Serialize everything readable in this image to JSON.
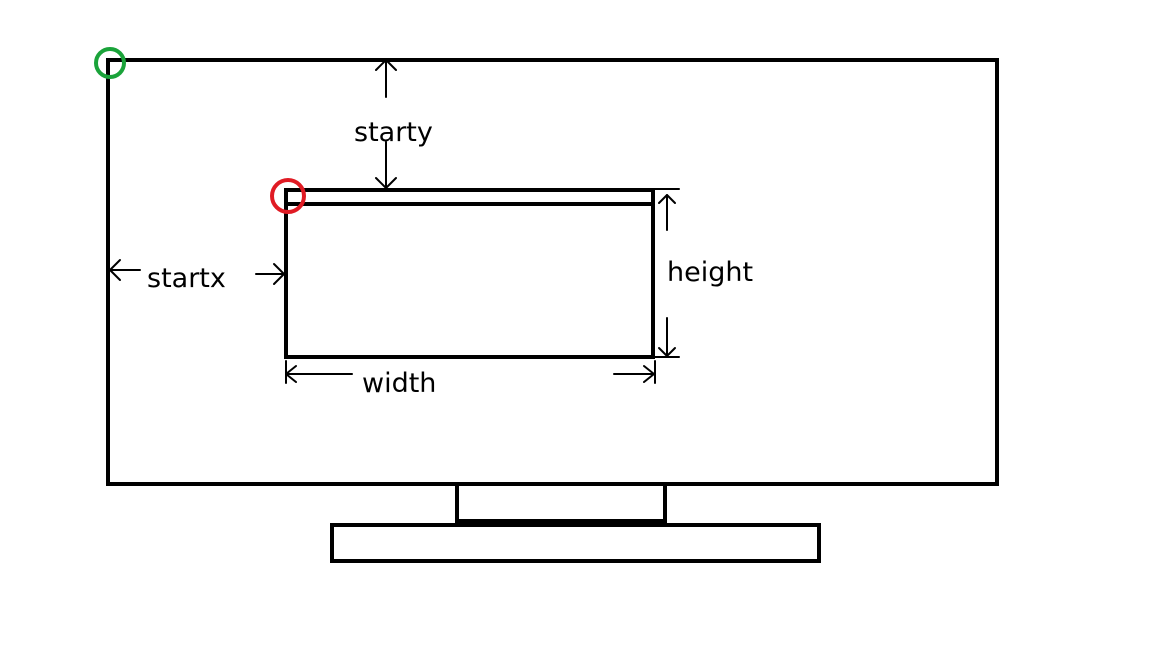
{
  "labels": {
    "starty": "starty",
    "startx": "startx",
    "height": "height",
    "width": "width"
  },
  "markers": {
    "screen_origin_color": "#1aa33a",
    "window_origin_color": "#e01b24"
  },
  "colors": {
    "stroke": "#000000",
    "background": "#ffffff"
  }
}
